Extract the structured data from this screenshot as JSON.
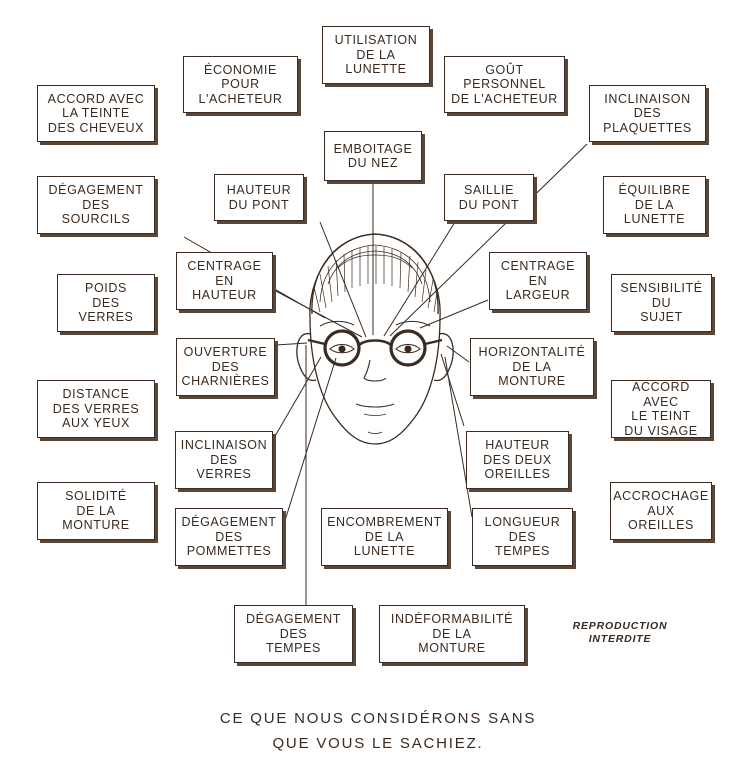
{
  "colors": {
    "ink": "#3a2a1f",
    "shadow": "#5a4637",
    "paper": "#ffffff"
  },
  "labels": {
    "utilisation": "UTILISATION\nDE LA\nLUNETTE",
    "economie": "ÉCONOMIE\nPOUR\nL'ACHETEUR",
    "gout": "GOÛT\nPERSONNEL\nDE L'ACHETEUR",
    "accord_cheveux": "ACCORD AVEC\nLA TEINTE\nDES CHEVEUX",
    "inclinaison_plaquettes": "INCLINAISON\nDES\nPLAQUETTES",
    "emboitage": "EMBOITAGE\nDU NEZ",
    "hauteur_pont": "HAUTEUR\nDU PONT",
    "saillie_pont": "SAILLIE\nDU PONT",
    "degagement_sourcils": "DÉGAGEMENT\nDES\nSOURCILS",
    "equilibre": "ÉQUILIBRE\nDE LA\nLUNETTE",
    "centrage_hauteur": "CENTRAGE\nEN\nHAUTEUR",
    "centrage_largeur": "CENTRAGE\nEN\nLARGEUR",
    "poids_verres": "POIDS\nDES\nVERRES",
    "sensibilite": "SENSIBILITÉ\nDU\nSUJET",
    "ouverture": "OUVERTURE\nDES\nCHARNIÈRES",
    "horizontalite": "HORIZONTALITÉ\nDE LA\nMONTURE",
    "distance_verres": "DISTANCE\nDES VERRES\nAUX YEUX",
    "accord_teint": "ACCORD AVEC\nLE TEINT\nDU VISAGE",
    "inclinaison_verres": "INCLINAISON\nDES\nVERRES",
    "hauteur_oreilles": "HAUTEUR\nDES DEUX\nOREILLES",
    "solidite": "SOLIDITÉ\nDE LA\nMONTURE",
    "accrochage": "ACCROCHAGE\nAUX\nOREILLES",
    "degagement_pommettes": "DÉGAGEMENT\nDES\nPOMMETTES",
    "encombrement": "ENCOMBREMENT\nDE LA\nLUNETTE",
    "longueur_tempes": "LONGUEUR\nDES\nTEMPES",
    "degagement_tempes": "DÉGAGEMENT\nDES\nTEMPES",
    "indeformabilite": "INDÉFORMABILITÉ\nDE LA\nMONTURE"
  },
  "stamp": "REPRODUCTION\nINTERDITE",
  "caption_line1": "CE QUE NOUS CONSIDÉRONS SANS",
  "caption_line2": "QUE VOUS LE SACHIEZ."
}
